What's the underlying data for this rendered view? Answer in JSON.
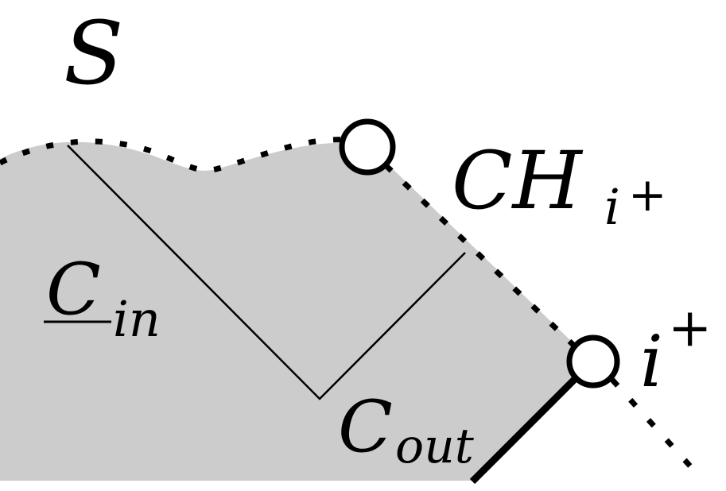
{
  "labels": {
    "spacetime": "S",
    "horizon": "CH",
    "horizon_sub": "i",
    "horizon_sup": "+",
    "c_in": "C",
    "c_in_sub": "in",
    "c_out": "C",
    "c_out_sub": "out",
    "infinity": "i",
    "infinity_sup": "+"
  },
  "colors": {
    "region_fill": "#cccccc",
    "ink": "#000000",
    "background": "#ffffff"
  }
}
